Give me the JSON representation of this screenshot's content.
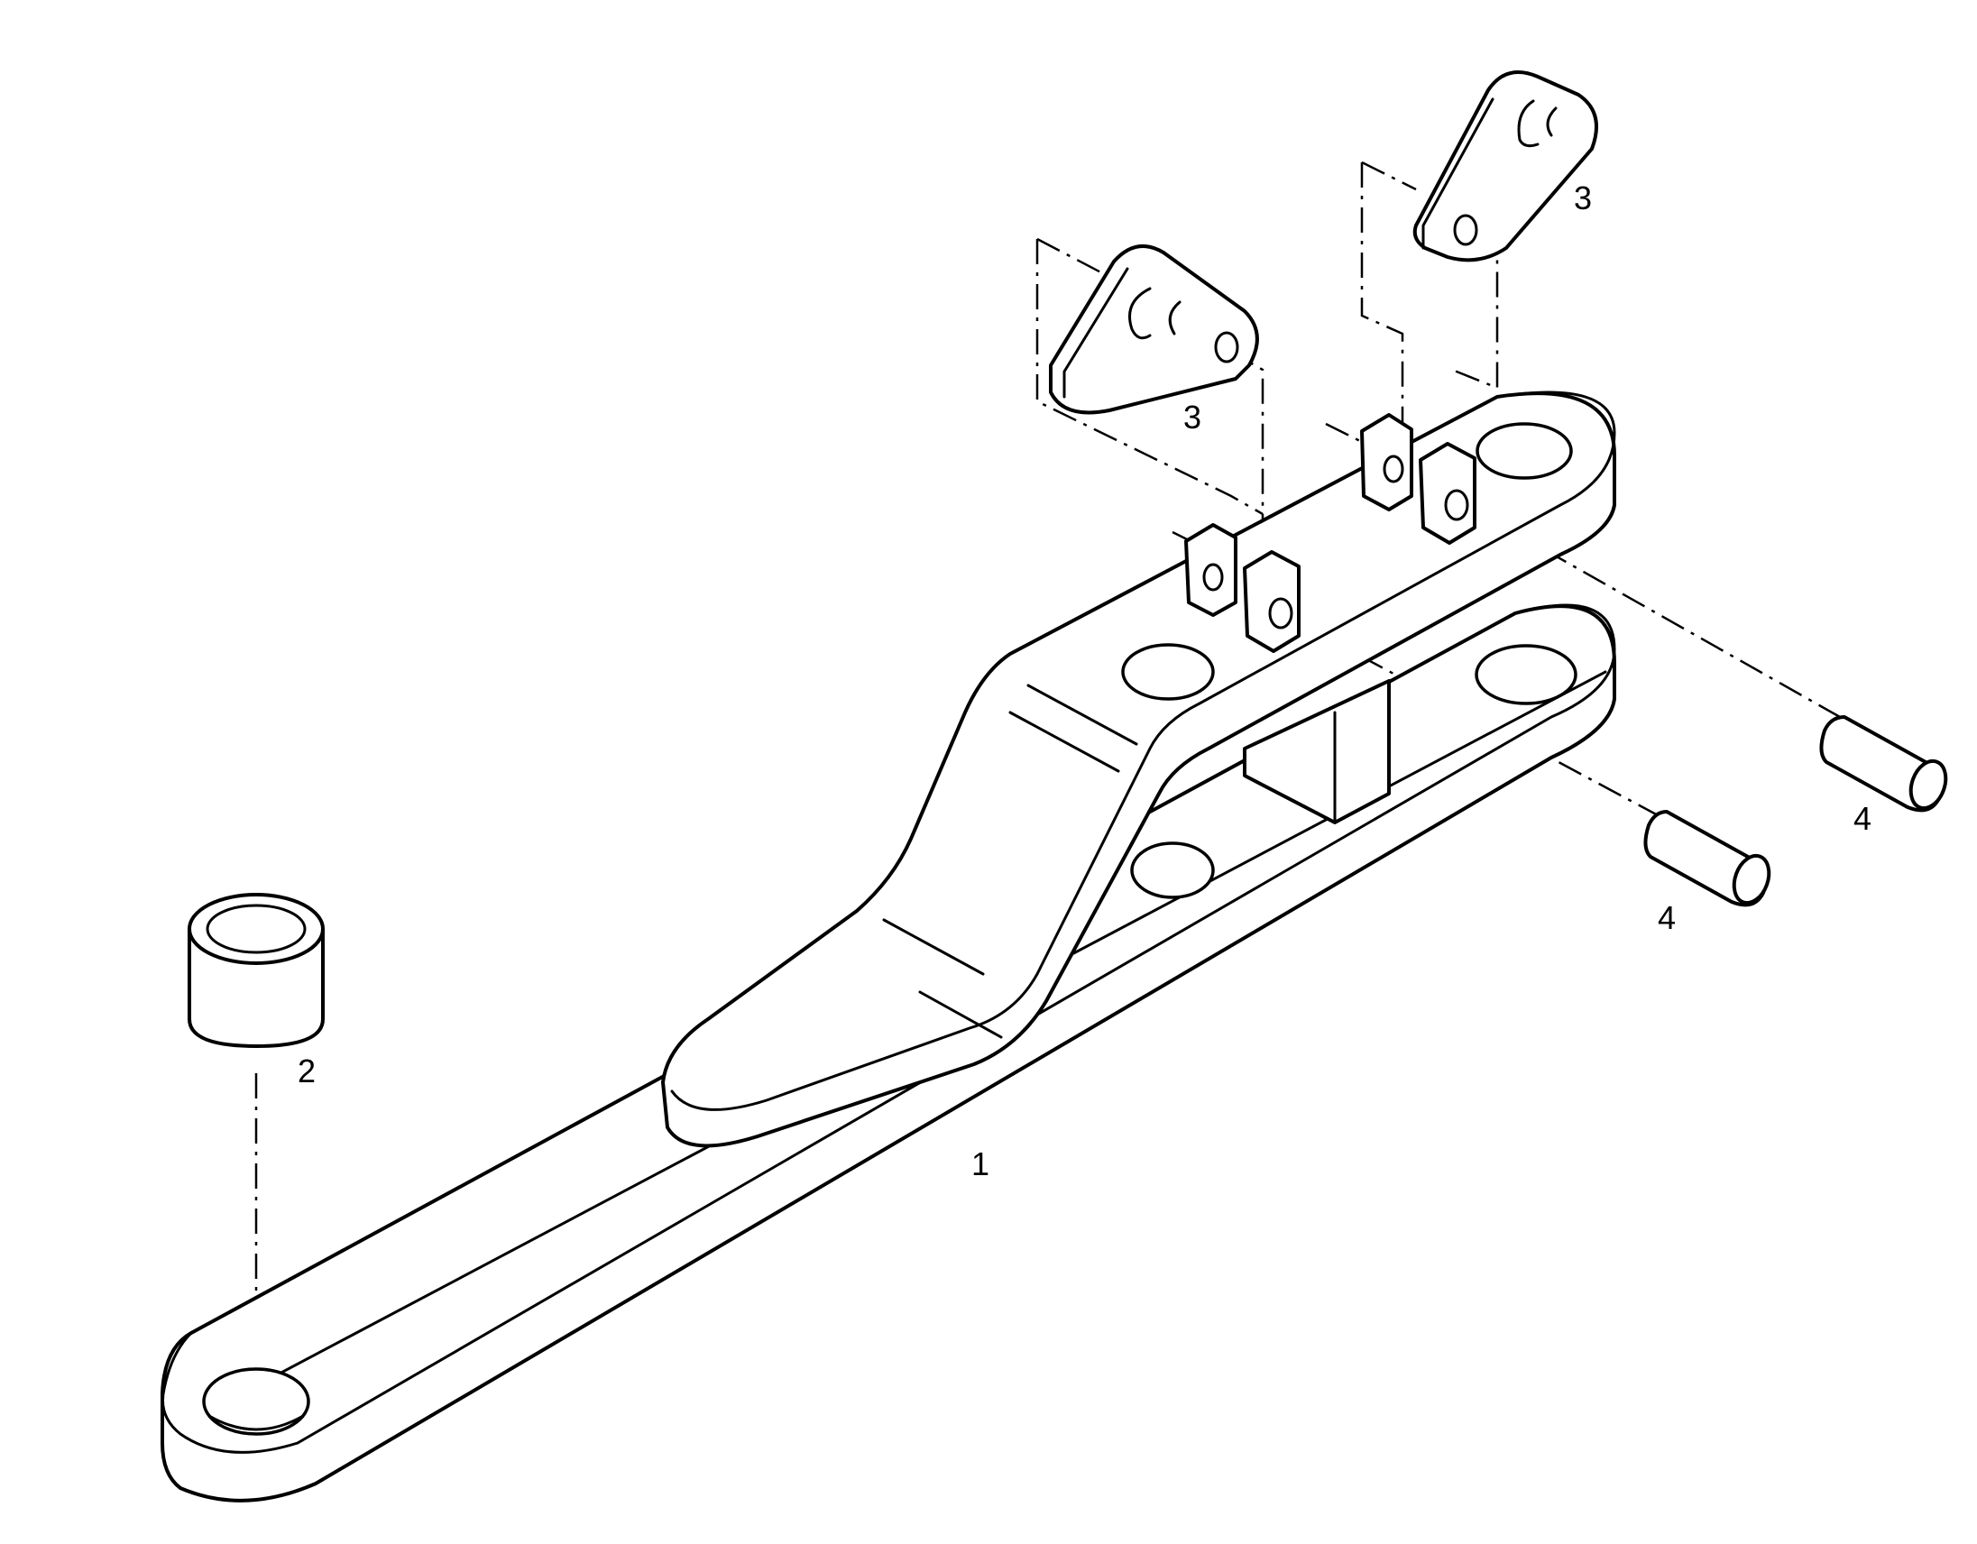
{
  "callouts": {
    "p1": "1",
    "p2": "2",
    "p3a": "3",
    "p3b": "3",
    "p4a": "4",
    "p4b": "4"
  },
  "colors": {
    "line": "#000000",
    "background": "#ffffff"
  }
}
